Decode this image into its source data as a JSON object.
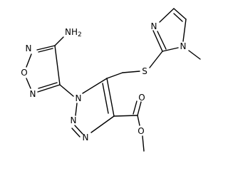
{
  "structure": {
    "atoms": {
      "nh2": {
        "text": "NH",
        "sub": "2"
      },
      "furazan_n_top": {
        "text": "N"
      },
      "furazan_o": {
        "text": "O"
      },
      "furazan_n_bottom": {
        "text": "N"
      },
      "triazole_n1": {
        "text": "N"
      },
      "triazole_n2": {
        "text": "N"
      },
      "triazole_n3": {
        "text": "N"
      },
      "thio_s": {
        "text": "S"
      },
      "imidazole_n3": {
        "text": "N"
      },
      "imidazole_n1": {
        "text": "N"
      },
      "carbonyl_o": {
        "text": "O"
      },
      "ester_o": {
        "text": "O"
      }
    }
  }
}
